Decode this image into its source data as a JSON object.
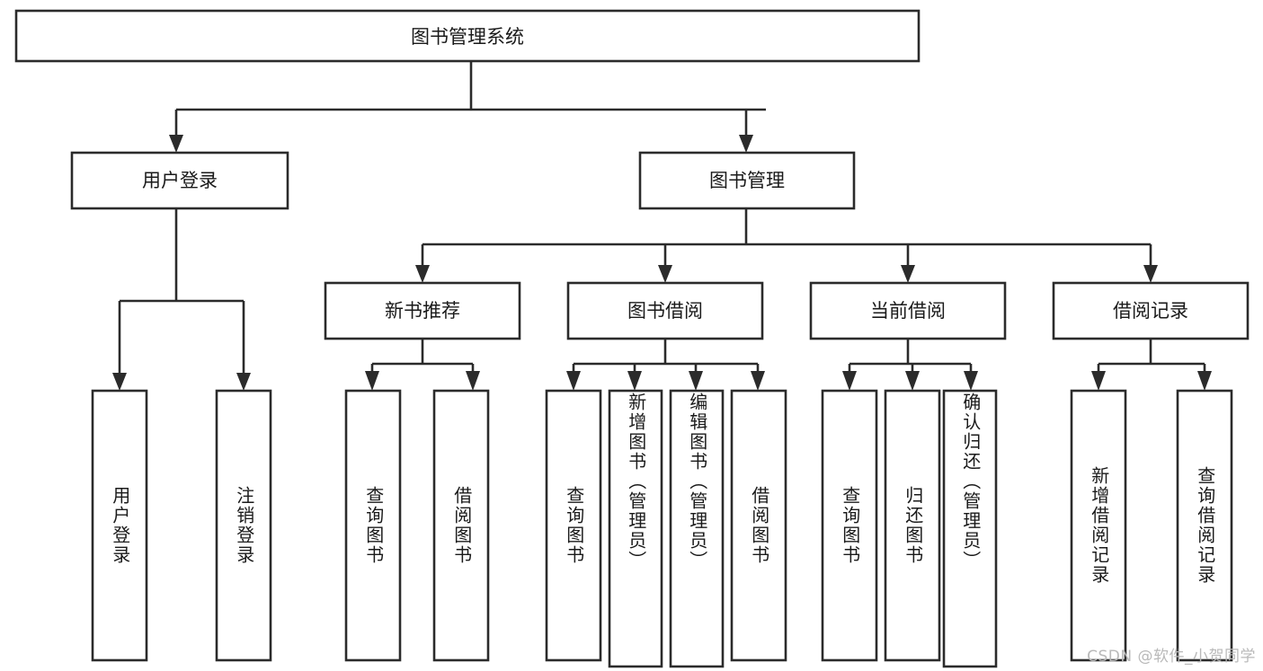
{
  "diagram": {
    "type": "tree-hierarchy",
    "title": "图书管理系统",
    "orientation": "top-down",
    "colors": {
      "background": "#ffffff",
      "box_fill": "#ffffff",
      "box_stroke": "#2b2b2b",
      "text": "#1a1a1a",
      "watermark": "#b9b9b9"
    },
    "root": {
      "label": "图书管理系统"
    },
    "level2": [
      {
        "label": "用户登录"
      },
      {
        "label": "图书管理"
      }
    ],
    "level3": [
      {
        "label": "新书推荐"
      },
      {
        "label": "图书借阅"
      },
      {
        "label": "当前借阅"
      },
      {
        "label": "借阅记录"
      }
    ],
    "leaves": {
      "user_login": [
        {
          "label": "用户登录"
        },
        {
          "label": "注销登录"
        }
      ],
      "new_book_recommend": [
        {
          "label": "查询图书"
        },
        {
          "label": "借阅图书"
        }
      ],
      "book_borrow": [
        {
          "label": "查询图书"
        },
        {
          "label": "新增图书（管理员）"
        },
        {
          "label": "编辑图书（管理员）"
        },
        {
          "label": "借阅图书"
        }
      ],
      "current_borrow": [
        {
          "label": "查询图书"
        },
        {
          "label": "归还图书"
        },
        {
          "label": "确认归还（管理员）"
        }
      ],
      "borrow_record": [
        {
          "label": "新增借阅记录"
        },
        {
          "label": "查询借阅记录"
        }
      ]
    }
  },
  "watermark": {
    "text": "CSDN @软件_小贺同学"
  }
}
